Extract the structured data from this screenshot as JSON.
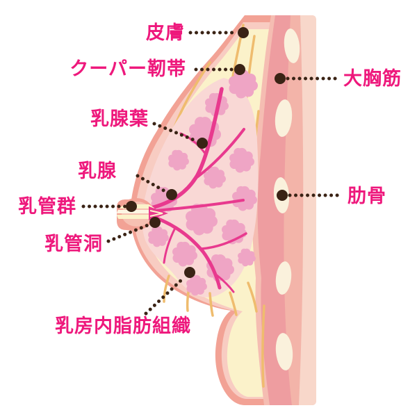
{
  "diagram": {
    "description": "breast-anatomy-cross-section",
    "labels": {
      "skin": "皮膚",
      "coopers_ligament": "クーパー靭帯",
      "mammary_lobe": "乳腺葉",
      "mammary_gland": "乳腺",
      "milk_duct_group": "乳管群",
      "lactiferous_sinus": "乳管洞",
      "intramammary_fat": "乳房内脂肪組織",
      "pectoralis_major": "大胸筋",
      "rib": "肋骨"
    },
    "colors": {
      "label_text": "#EE187C",
      "leader_dot": "#3A2315",
      "skin": "#F2A295",
      "skin_inner": "#F8CCC2",
      "fat_cream": "#FBF2CA",
      "ligament_orange": "#EFBC6E",
      "gland_bg": "#F9D8D5",
      "lobule_pink": "#EFA5C5",
      "duct_magenta": "#E8398E",
      "muscle_pink": "#EE9DA0",
      "muscle_light": "#F5BDB2",
      "band_medium": "#F3B4A9",
      "band_light": "#F8D7CA",
      "rib_cream": "#FAF1DC",
      "nipple_inner": "#F6C0B2"
    }
  }
}
